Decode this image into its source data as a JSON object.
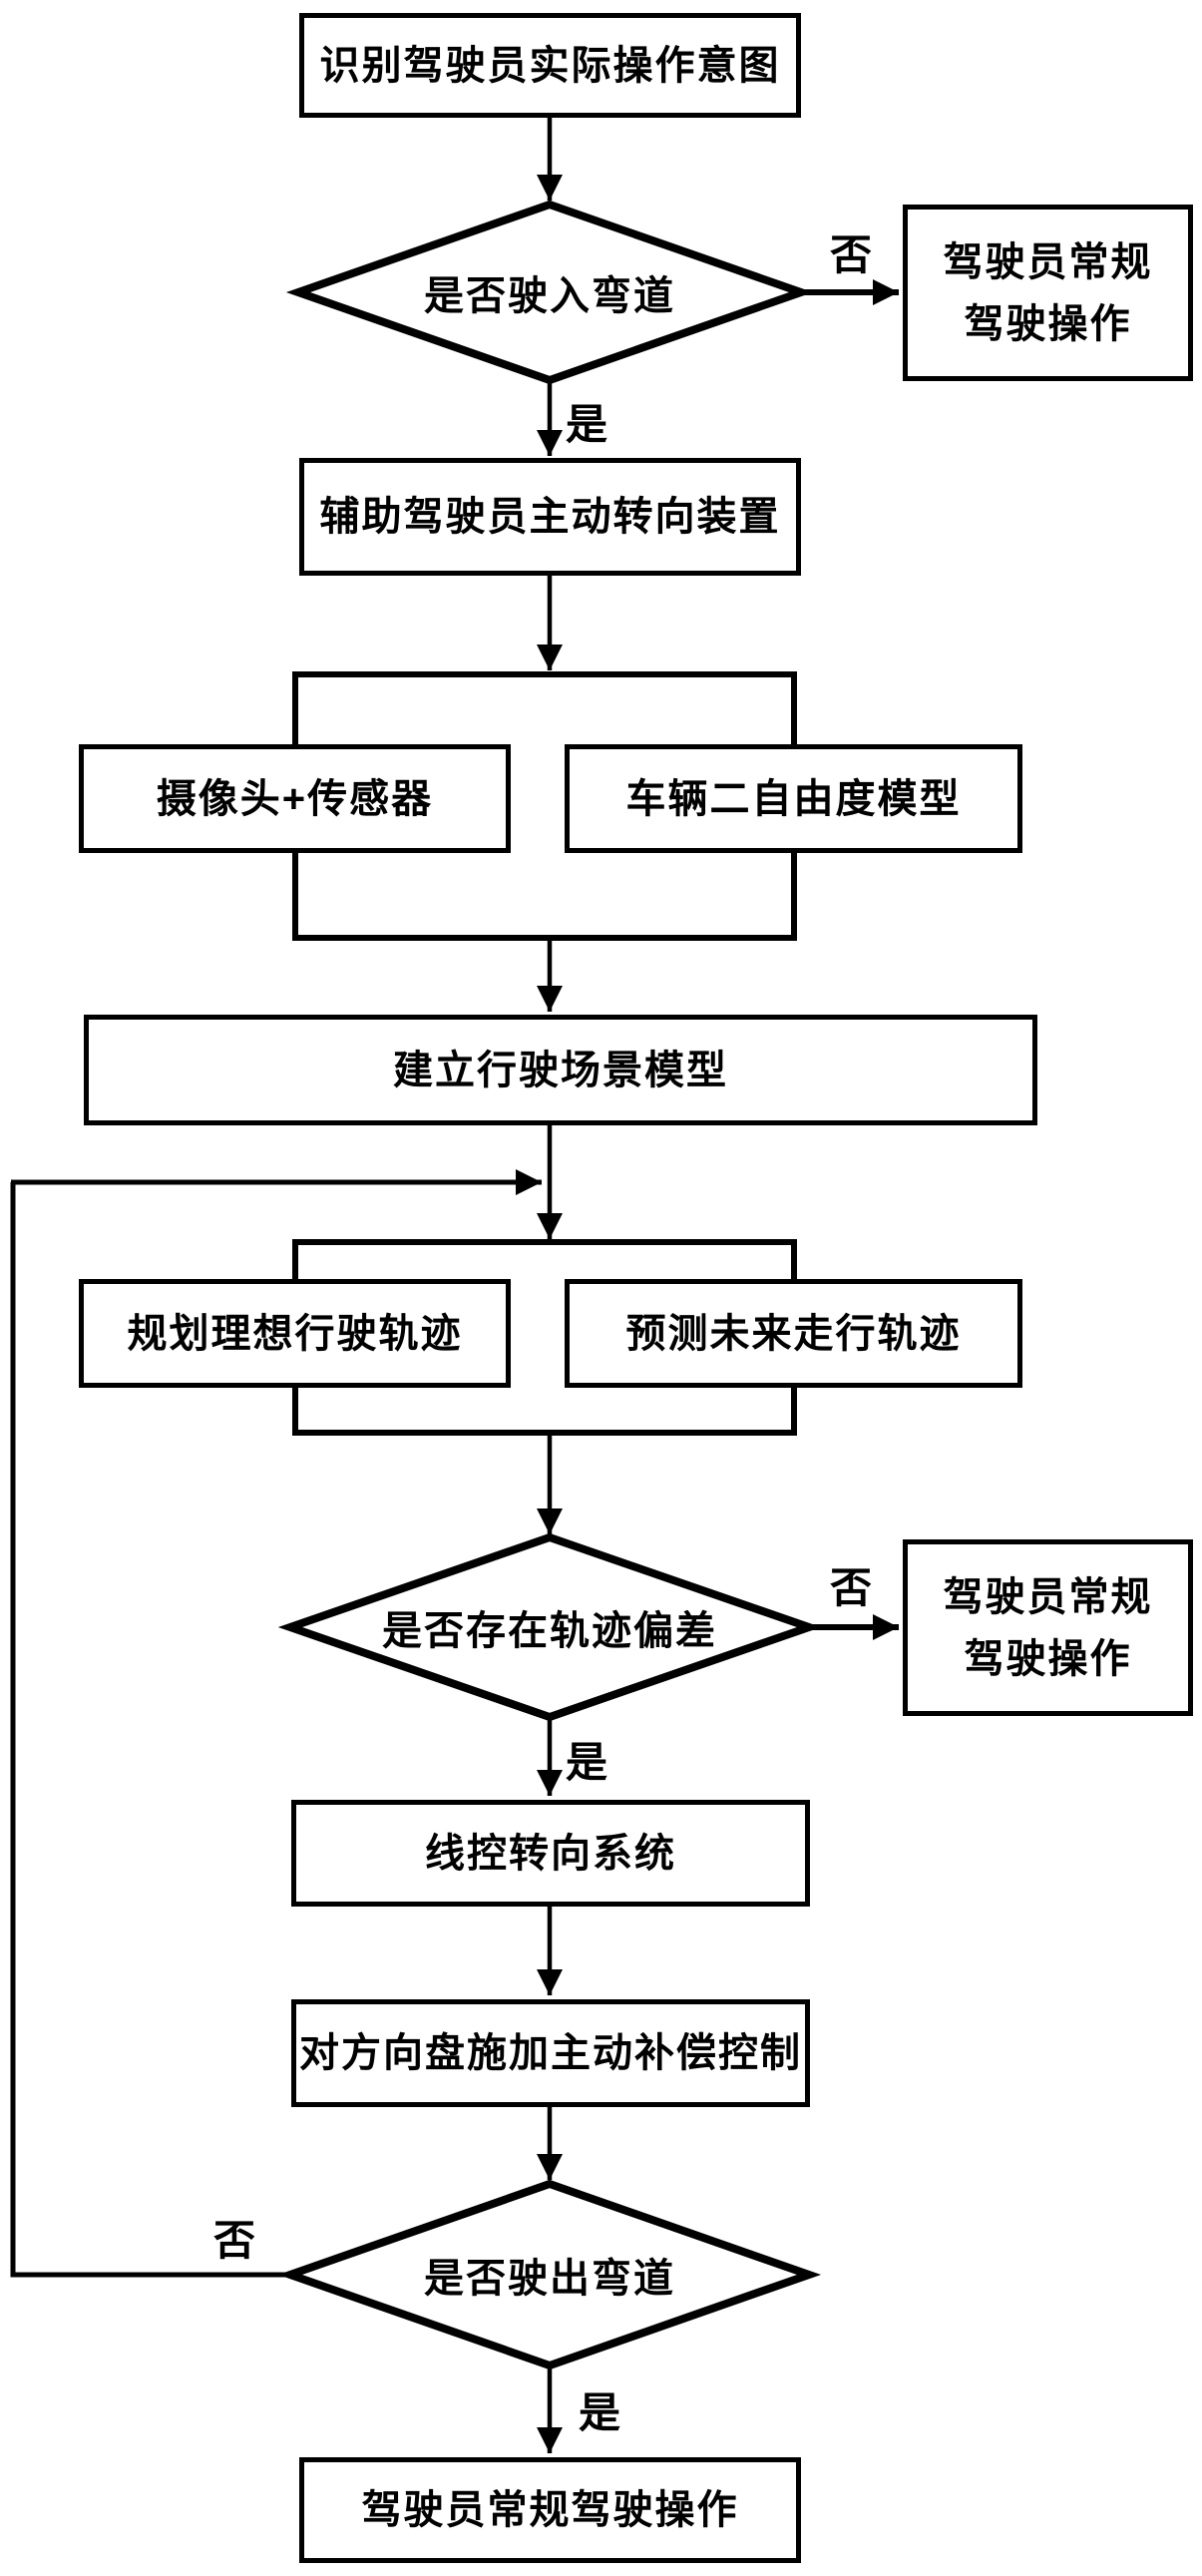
{
  "flowchart": {
    "title": "driver-curve-assist-flowchart",
    "colors": {
      "line": "#000000",
      "background": "#ffffff",
      "text": "#000000"
    },
    "nodes": {
      "start": {
        "label": "识别驾驶员实际操作意图"
      },
      "d1": {
        "label": "是否驶入弯道"
      },
      "side1": {
        "line1": "驾驶员常规",
        "line2": "驾驶操作"
      },
      "assist": {
        "label": "辅助驾驶员主动转向装置"
      },
      "camera": {
        "label": "摄像头+传感器"
      },
      "dof2": {
        "label": "车辆二自由度模型"
      },
      "scene": {
        "label": "建立行驶场景模型"
      },
      "plan": {
        "label": "规划理想行驶轨迹"
      },
      "predict": {
        "label": "预测未来走行轨迹"
      },
      "d2": {
        "label": "是否存在轨迹偏差"
      },
      "side2": {
        "line1": "驾驶员常规",
        "line2": "驾驶操作"
      },
      "sbw": {
        "label": "线控转向系统"
      },
      "compensate": {
        "label": "对方向盘施加主动补偿控制"
      },
      "d3": {
        "label": "是否驶出弯道"
      },
      "end": {
        "label": "驾驶员常规驾驶操作"
      }
    },
    "edge_labels": {
      "yes1": "是",
      "no1": "否",
      "yes2": "是",
      "no2": "否",
      "yes3": "是",
      "no3": "否"
    }
  }
}
